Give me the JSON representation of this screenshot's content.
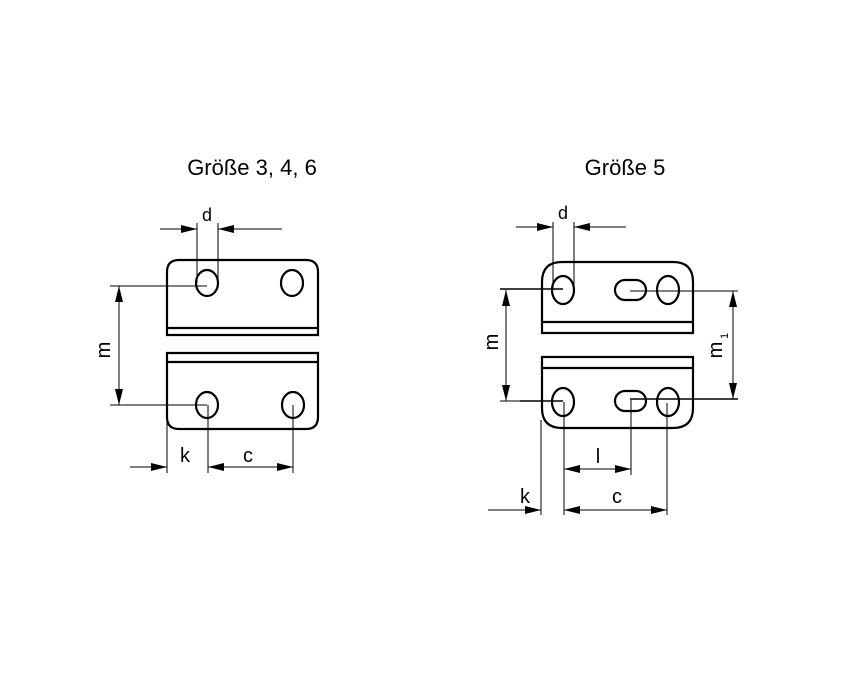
{
  "left_figure": {
    "title": "Größe 3, 4, 6",
    "labels": {
      "d": "d",
      "m": "m",
      "k": "k",
      "c": "c"
    }
  },
  "right_figure": {
    "title": "Größe 5",
    "labels": {
      "d": "d",
      "m": "m",
      "m1": "m",
      "m1_sub": "1",
      "l": "l",
      "k": "k",
      "c": "c"
    }
  }
}
